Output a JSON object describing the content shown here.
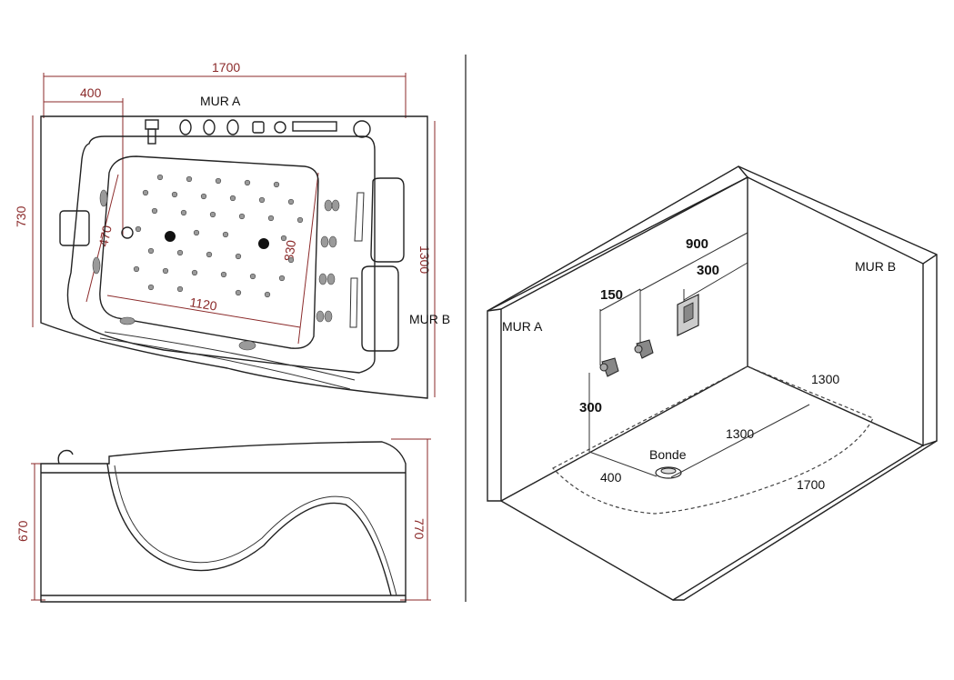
{
  "top_view": {
    "dim_length": "1700",
    "dim_offset": "400",
    "dim_depth": "730",
    "dim_side": "1300",
    "dim_inner_width": "470",
    "dim_inner_length": "1120",
    "dim_diagonal": "830",
    "wall_a": "MUR A",
    "wall_b": "MUR B"
  },
  "side_view": {
    "dim_height": "670",
    "dim_total_height": "770"
  },
  "iso_view": {
    "wall_a": "MUR A",
    "wall_b": "MUR B",
    "dim_900": "900",
    "dim_300_top": "300",
    "dim_150": "150",
    "dim_300_height": "300",
    "dim_1300_side": "1300",
    "dim_1300_diag": "1300",
    "dim_400": "400",
    "dim_1700": "1700",
    "drain_label": "Bonde"
  }
}
